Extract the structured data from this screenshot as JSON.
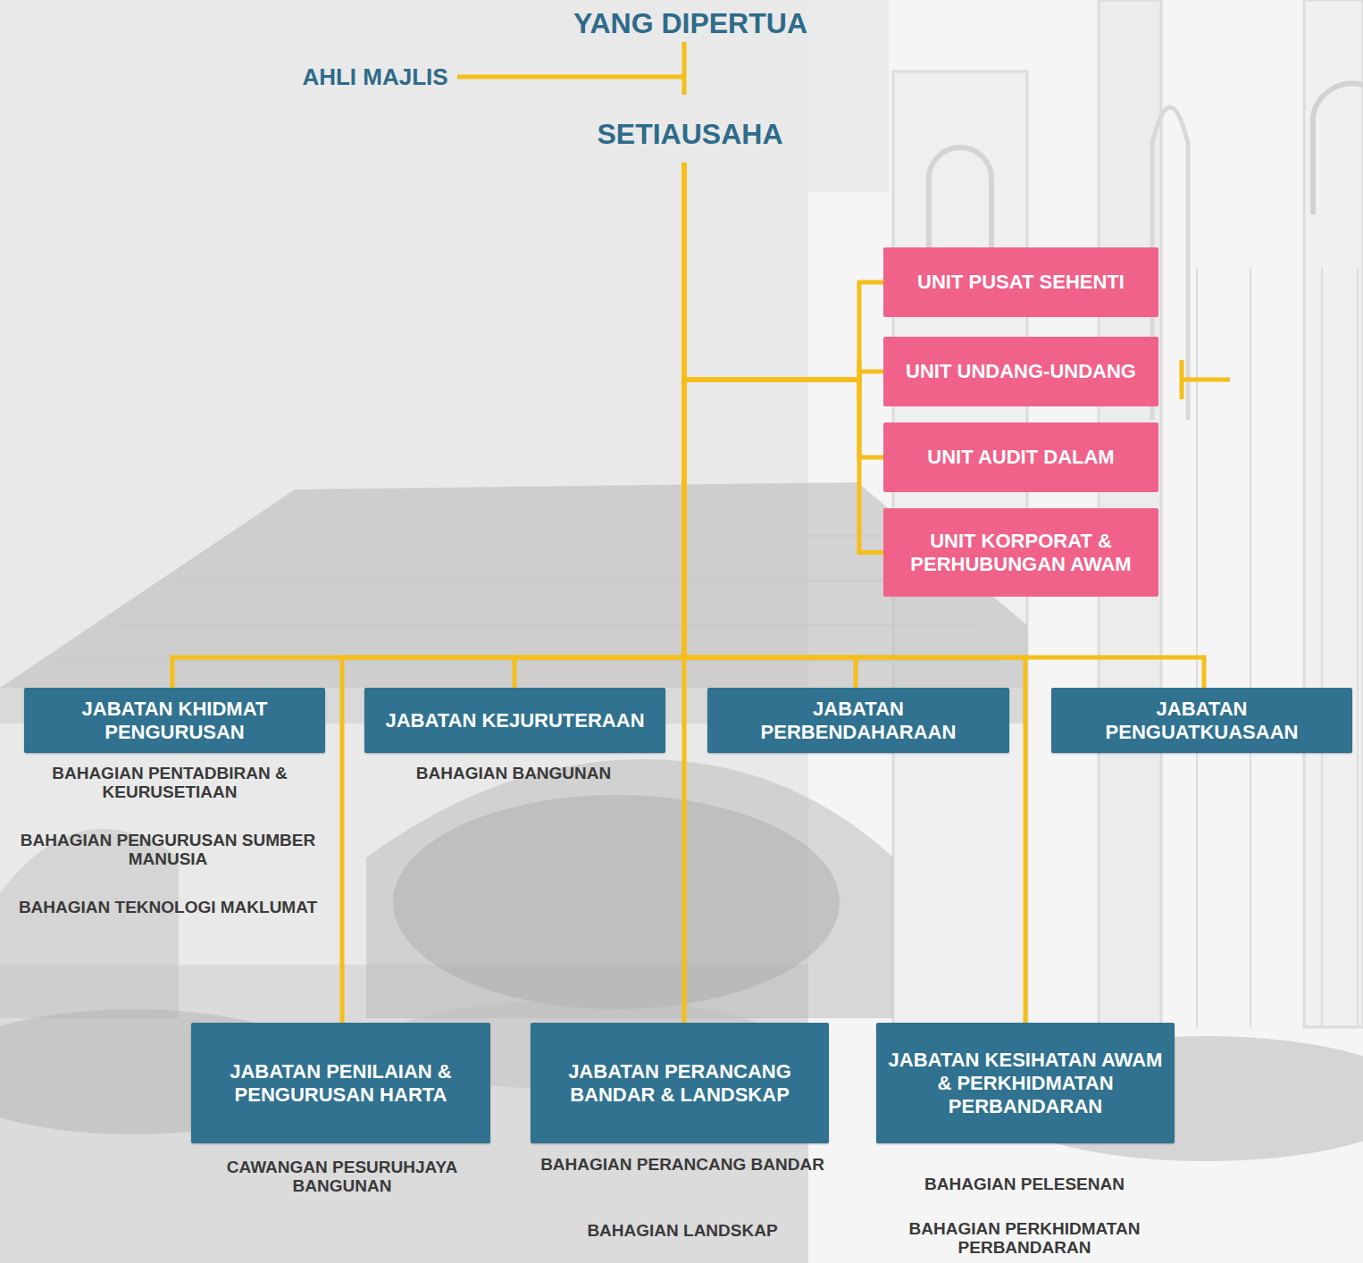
{
  "diagram": {
    "nodes": [
      {
        "text": [
          "YANG DIPERTUA"
        ]
      },
      {
        "text": [
          "AHLI MAJLIS"
        ]
      },
      {
        "text": [
          "SETIAUSAHA"
        ]
      },
      {
        "text": [
          "UNIT PUSAT SEHENTI"
        ]
      },
      {
        "text": [
          "UNIT UNDANG-UNDANG"
        ]
      },
      {
        "text": [
          "UNIT AUDIT DALAM"
        ]
      },
      {
        "text": [
          "UNIT KORPORAT & PERHUBUNGAN AWAM"
        ]
      },
      {
        "text": [
          "JABATAN KHIDMAT PENGURUSAN"
        ]
      },
      {
        "text": [
          "JABATAN KEJURUTERAAN"
        ]
      },
      {
        "text": [
          "JABATAN PERBENDAHARAAN"
        ]
      },
      {
        "text": [
          "JABATAN PENGUATKUASAAN"
        ]
      },
      {
        "text": [
          "JABATAN PENILAIAN & PENGURUSAN HARTA"
        ]
      },
      {
        "text": [
          "JABATAN PERANCANG BANDAR & LANDSKAP"
        ]
      },
      {
        "text": [
          "JABATAN KESIHATAN AWAM & PERKHIDMATAN PERBANDARAN"
        ]
      }
    ],
    "edges": [
      {
        "from": 1,
        "to": 0,
        "arrow": "none"
      },
      {
        "from": 2,
        "to": 3,
        "arrow": "none"
      },
      {
        "from": 2,
        "to": 4,
        "arrow": "none"
      },
      {
        "from": 2,
        "to": 5,
        "arrow": "none"
      },
      {
        "from": 2,
        "to": 6,
        "arrow": "none"
      },
      {
        "from": 2,
        "to": 7,
        "arrow": "none"
      },
      {
        "from": 2,
        "to": 8,
        "arrow": "none"
      },
      {
        "from": 2,
        "to": 9,
        "arrow": "none"
      },
      {
        "from": 2,
        "to": 10,
        "arrow": "none"
      },
      {
        "from": 2,
        "to": 11,
        "arrow": "none"
      },
      {
        "from": 2,
        "to": 12,
        "arrow": "none"
      },
      {
        "from": 2,
        "to": 13,
        "arrow": "none"
      }
    ],
    "labels": [
      "BAHAGIAN PENTADBIRAN & KEURUSETIAAN",
      "BAHAGIAN PENGURUSAN SUMBER MANUSIA",
      "BAHAGIAN TEKNOLOGI MAKLUMAT",
      "BAHAGIAN BANGUNAN",
      "CAWANGAN PESURUHJAYA BANGUNAN",
      "BAHAGIAN PERANCANG BANDAR",
      "BAHAGIAN LANDSKAP",
      "BAHAGIAN PELESENAN",
      "BAHAGIAN PERKHIDMATAN PERBANDARAN"
    ]
  }
}
